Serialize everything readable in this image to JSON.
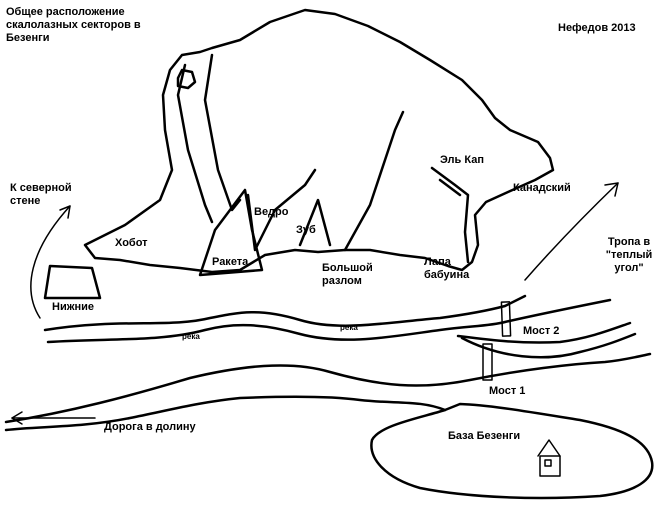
{
  "header": {
    "title": "Общее расположение скалолазных секторов в Безенги",
    "author": "Нефедов 2013"
  },
  "sectors": {
    "hobot": "Хобот",
    "raketa": "Ракета",
    "vedro": "Ведро",
    "zub": "Зуб",
    "bolshoy_razlom": "Большой разлом",
    "lapa_babuina": "Лапа бабуина",
    "el_kap": "Эль Кап",
    "kanadsky": "Канадский",
    "nizhnie": "Нижние"
  },
  "routes": {
    "north_wall": "К северной стене",
    "warm_corner_trail": "Тропа в \"теплый угол\"",
    "road_to_valley": "Дорога в долину"
  },
  "water": {
    "river_left": "река",
    "river_right": "река"
  },
  "bridges": {
    "bridge_1": "Мост 1",
    "bridge_2": "Мост 2"
  },
  "base": {
    "name": "База Безенги"
  }
}
